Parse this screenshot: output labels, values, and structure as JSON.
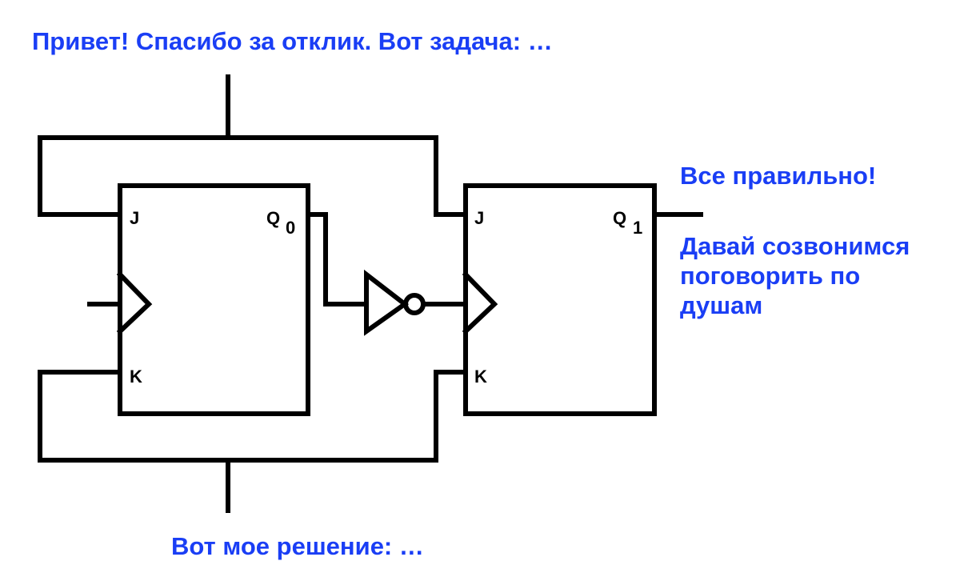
{
  "colors": {
    "message_text": "#1a3ef5",
    "wire": "#000000"
  },
  "messages": {
    "top": "Привет! Спасибо за отклик. Вот задача: …",
    "right_line1": "Все правильно!",
    "right_line2": [
      "Давай созвонимся",
      "поговорить по",
      "душам"
    ],
    "bottom": "Вот мое решение: …"
  },
  "flipflop_left": {
    "j_label": "J",
    "k_label": "K",
    "q_label": "Q",
    "q_index": "0"
  },
  "flipflop_right": {
    "j_label": "J",
    "k_label": "K",
    "q_label": "Q",
    "q_index": "1"
  }
}
